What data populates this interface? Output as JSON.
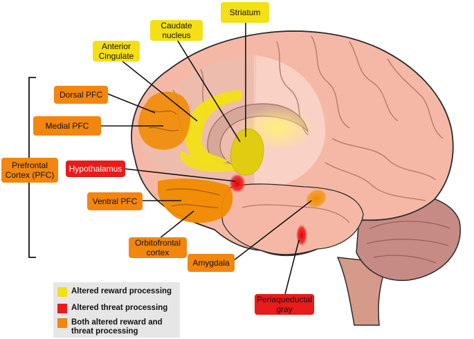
{
  "labels": {
    "striatum": "Striatum",
    "caudate": "Caudate\nnucleus",
    "anterior_cingulate": "Anterior\nCingulate",
    "dorsal_pfc": "Dorsal PFC",
    "medial_pfc": "Medial PFC",
    "pfc": "Prefrontal\nCortex (PFC)",
    "hypothalamus": "Hypothalamus",
    "ventral_pfc": "Ventral PFC",
    "orbitofrontal": "Orbitofrontal\ncortex",
    "amygdala": "Amygdala",
    "periaqueductal": "Periaqueductal\ngray"
  },
  "legend": {
    "reward": "Altered reward processing",
    "threat": "Altered threat processing",
    "both": "Both altered reward and threat processing"
  },
  "colors": {
    "reward": "#f3e015",
    "threat": "#ea1b1b",
    "both": "#f2860f",
    "brain": "#f6b8a6"
  }
}
